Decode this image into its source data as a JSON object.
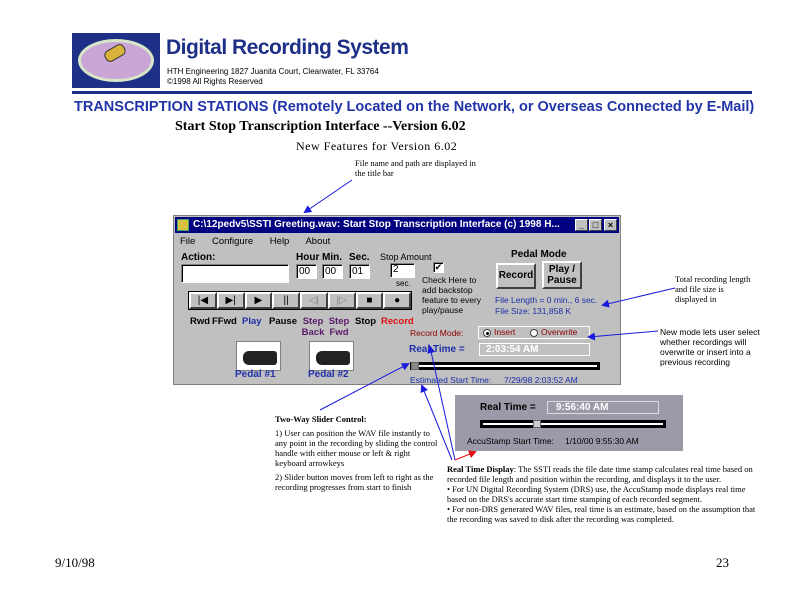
{
  "header": {
    "brand_title": "Digital Recording System",
    "company_line": "HTH Engineering  1827 Juanita Court, Clearwater, FL 33764",
    "copyright_line": "©1998 All Rights Reserved"
  },
  "slide": {
    "heading": "TRANSCRIPTION STATIONS (Remotely Located on the Network, or Overseas Connected by E-Mail)",
    "subheading": "Start Stop Transcription Interface --Version 6.02",
    "new_features": "New Features for Version 6.02",
    "date": "9/10/98",
    "page_number": "23"
  },
  "callouts": {
    "title_bar": "File name and path are displayed in the title bar",
    "file_info": "Total recording length and file size is displayed in",
    "record_mode": "New mode lets user select whether recordings will overwrite or insert into a previous recording",
    "slider_title": "Two-Way Slider Control:",
    "slider_p1": "1) User can position the WAV file instantly to any point in the recording by sliding the control handle with either mouse or left & right keyboard arrowkeys",
    "slider_p2": "2) Slider button moves from left to right as the recording progresses from start to finish",
    "realtime_title": "Real Time Display",
    "realtime_body": ": The SSTI reads the file date time stamp calculates real time based on recorded file length and position within the recording, and displays it to the user.",
    "realtime_bullet1": "• For UN Digital Recording System (DRS) use, the AccuStamp mode displays real time based on the DRS's accurate start time stamping of each recorded segment.",
    "realtime_bullet2": "• For non-DRS generated WAV files, real time is an estimate, based on the assumption that the recording was saved to disk after the recording was completed."
  },
  "window": {
    "title": "C:\\12pedv5\\SSTI Greeting.wav:  Start Stop Transcription Interface (c) 1998 H...",
    "minimize": "_",
    "maximize": "□",
    "close": "×",
    "menu": [
      "File",
      "Configure",
      "Help",
      "About"
    ],
    "action_label": "Action:",
    "action_value": "",
    "hour_label": "Hour",
    "min_label": "Min.",
    "sec_label": "Sec.",
    "hour_value": "00",
    "min_value": "00",
    "sec_value": "01",
    "stop_amount_label": "Stop Amount",
    "stop_amount_value": "2",
    "stop_amount_unit": "sec.",
    "backstop_checked": true,
    "backstop_check_mark": "✔",
    "backstop_label": "Check Here to add backstop feature to every play/pause",
    "pedal_mode_label": "Pedal Mode",
    "record_button": "Record",
    "play_pause_button": "Play / Pause",
    "transport_buttons": [
      "|◀",
      "▶|",
      "▶",
      "||",
      "◁|",
      "|▷",
      "■",
      "●"
    ],
    "transport_labels": {
      "rwd": "Rwd",
      "ffwd": "FFwd",
      "play": "Play",
      "pause": "Pause",
      "step_back": "Step Back",
      "step_fwd": "Step Fwd",
      "stop": "Stop",
      "record": "Record"
    },
    "file_length": "File Length = 0 min., 6 sec.",
    "file_size": "File Size:  131,858 K",
    "record_mode_label": "Record Mode:",
    "record_mode_options": [
      "Insert",
      "Overwrite"
    ],
    "record_mode_selected": "Insert",
    "real_time_label": "Real Time =",
    "real_time_value": "2:03:54 AM",
    "pedal1_label": "Pedal #1",
    "pedal2_label": "Pedal #2",
    "slider_position": 0.0,
    "estimated_start_label": "Estimated Start Time:",
    "estimated_start_value": "7/29/98  2:03:52 AM",
    "colors": {
      "titlebar": "#000080",
      "play_label": "#1e2fa8",
      "step_label": "#5a1a6a",
      "record_label": "#e01010",
      "record_mode_label": "#8b0000"
    }
  },
  "inset": {
    "real_time_label": "Real Time =",
    "real_time_value": "9:56:40 AM",
    "slider_position": 0.3,
    "accustamp_label": "AccuStamp Start Time:",
    "accustamp_value": "1/10/00 9:55:30 AM"
  }
}
